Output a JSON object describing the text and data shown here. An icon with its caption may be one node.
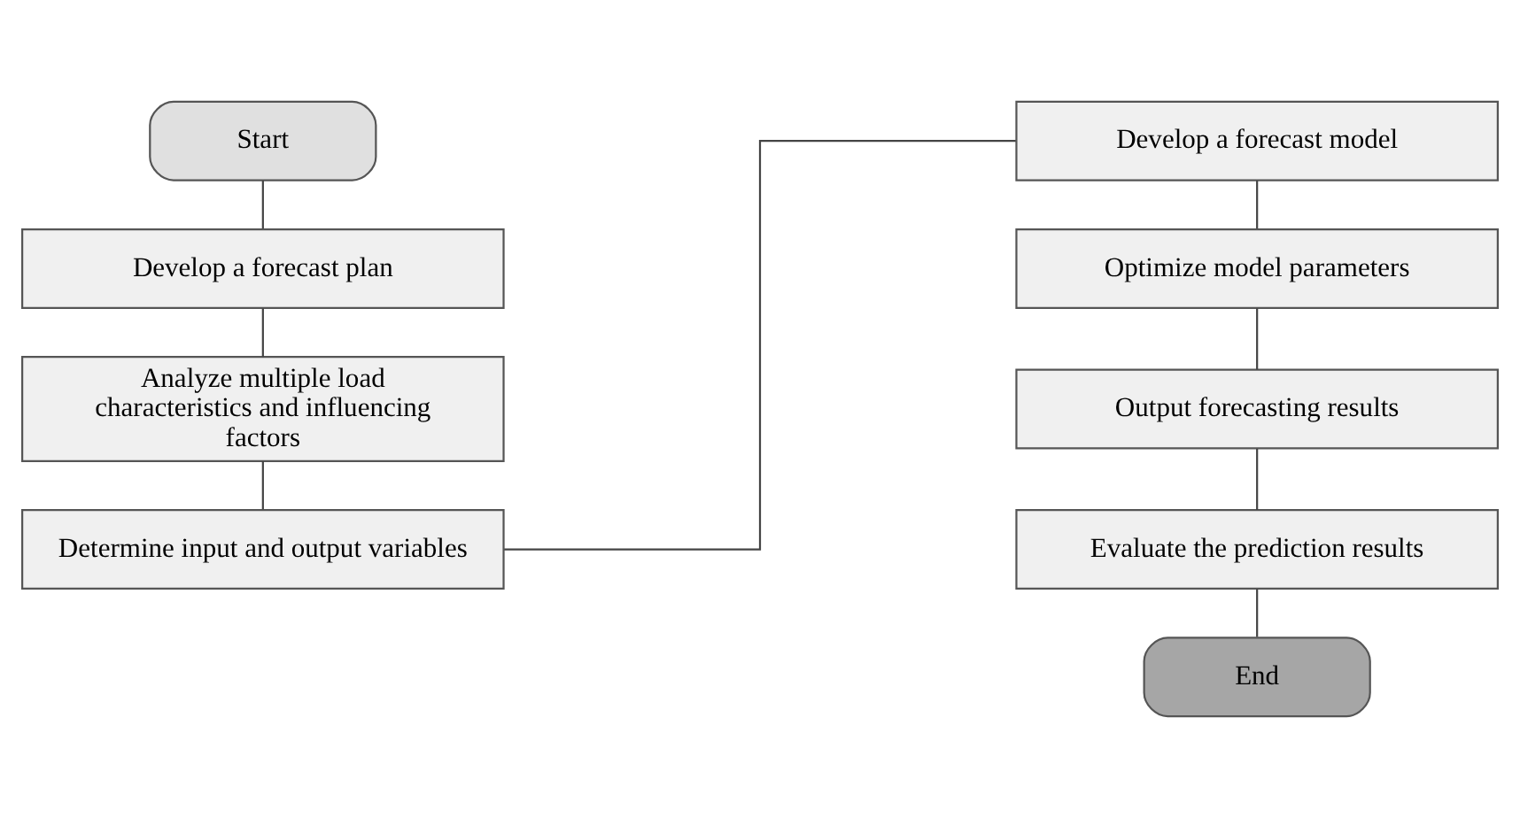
{
  "diagram": {
    "nodes": [
      {
        "text": [
          "Start"
        ]
      },
      {
        "text": [
          "Develop a forecast plan"
        ]
      },
      {
        "text": [
          "Analyze multiple load characteristics and influencing factors"
        ]
      },
      {
        "text": [
          "Determine input and output variables"
        ]
      },
      {
        "text": [
          "Develop a forecast model"
        ]
      },
      {
        "text": [
          "Optimize model parameters"
        ]
      },
      {
        "text": [
          "Output forecasting results"
        ]
      },
      {
        "text": [
          "Evaluate the prediction results"
        ]
      },
      {
        "text": [
          "End"
        ]
      }
    ],
    "edges": [
      {
        "from": 0,
        "to": 1,
        "arrow": "none"
      },
      {
        "from": 1,
        "to": 2,
        "arrow": "none"
      },
      {
        "from": 2,
        "to": 3,
        "arrow": "none"
      },
      {
        "from": 3,
        "to": 4,
        "arrow": "none"
      },
      {
        "from": 4,
        "to": 5,
        "arrow": "none"
      },
      {
        "from": 5,
        "to": 6,
        "arrow": "none"
      },
      {
        "from": 6,
        "to": 7,
        "arrow": "none"
      },
      {
        "from": 7,
        "to": 8,
        "arrow": "none"
      }
    ]
  }
}
